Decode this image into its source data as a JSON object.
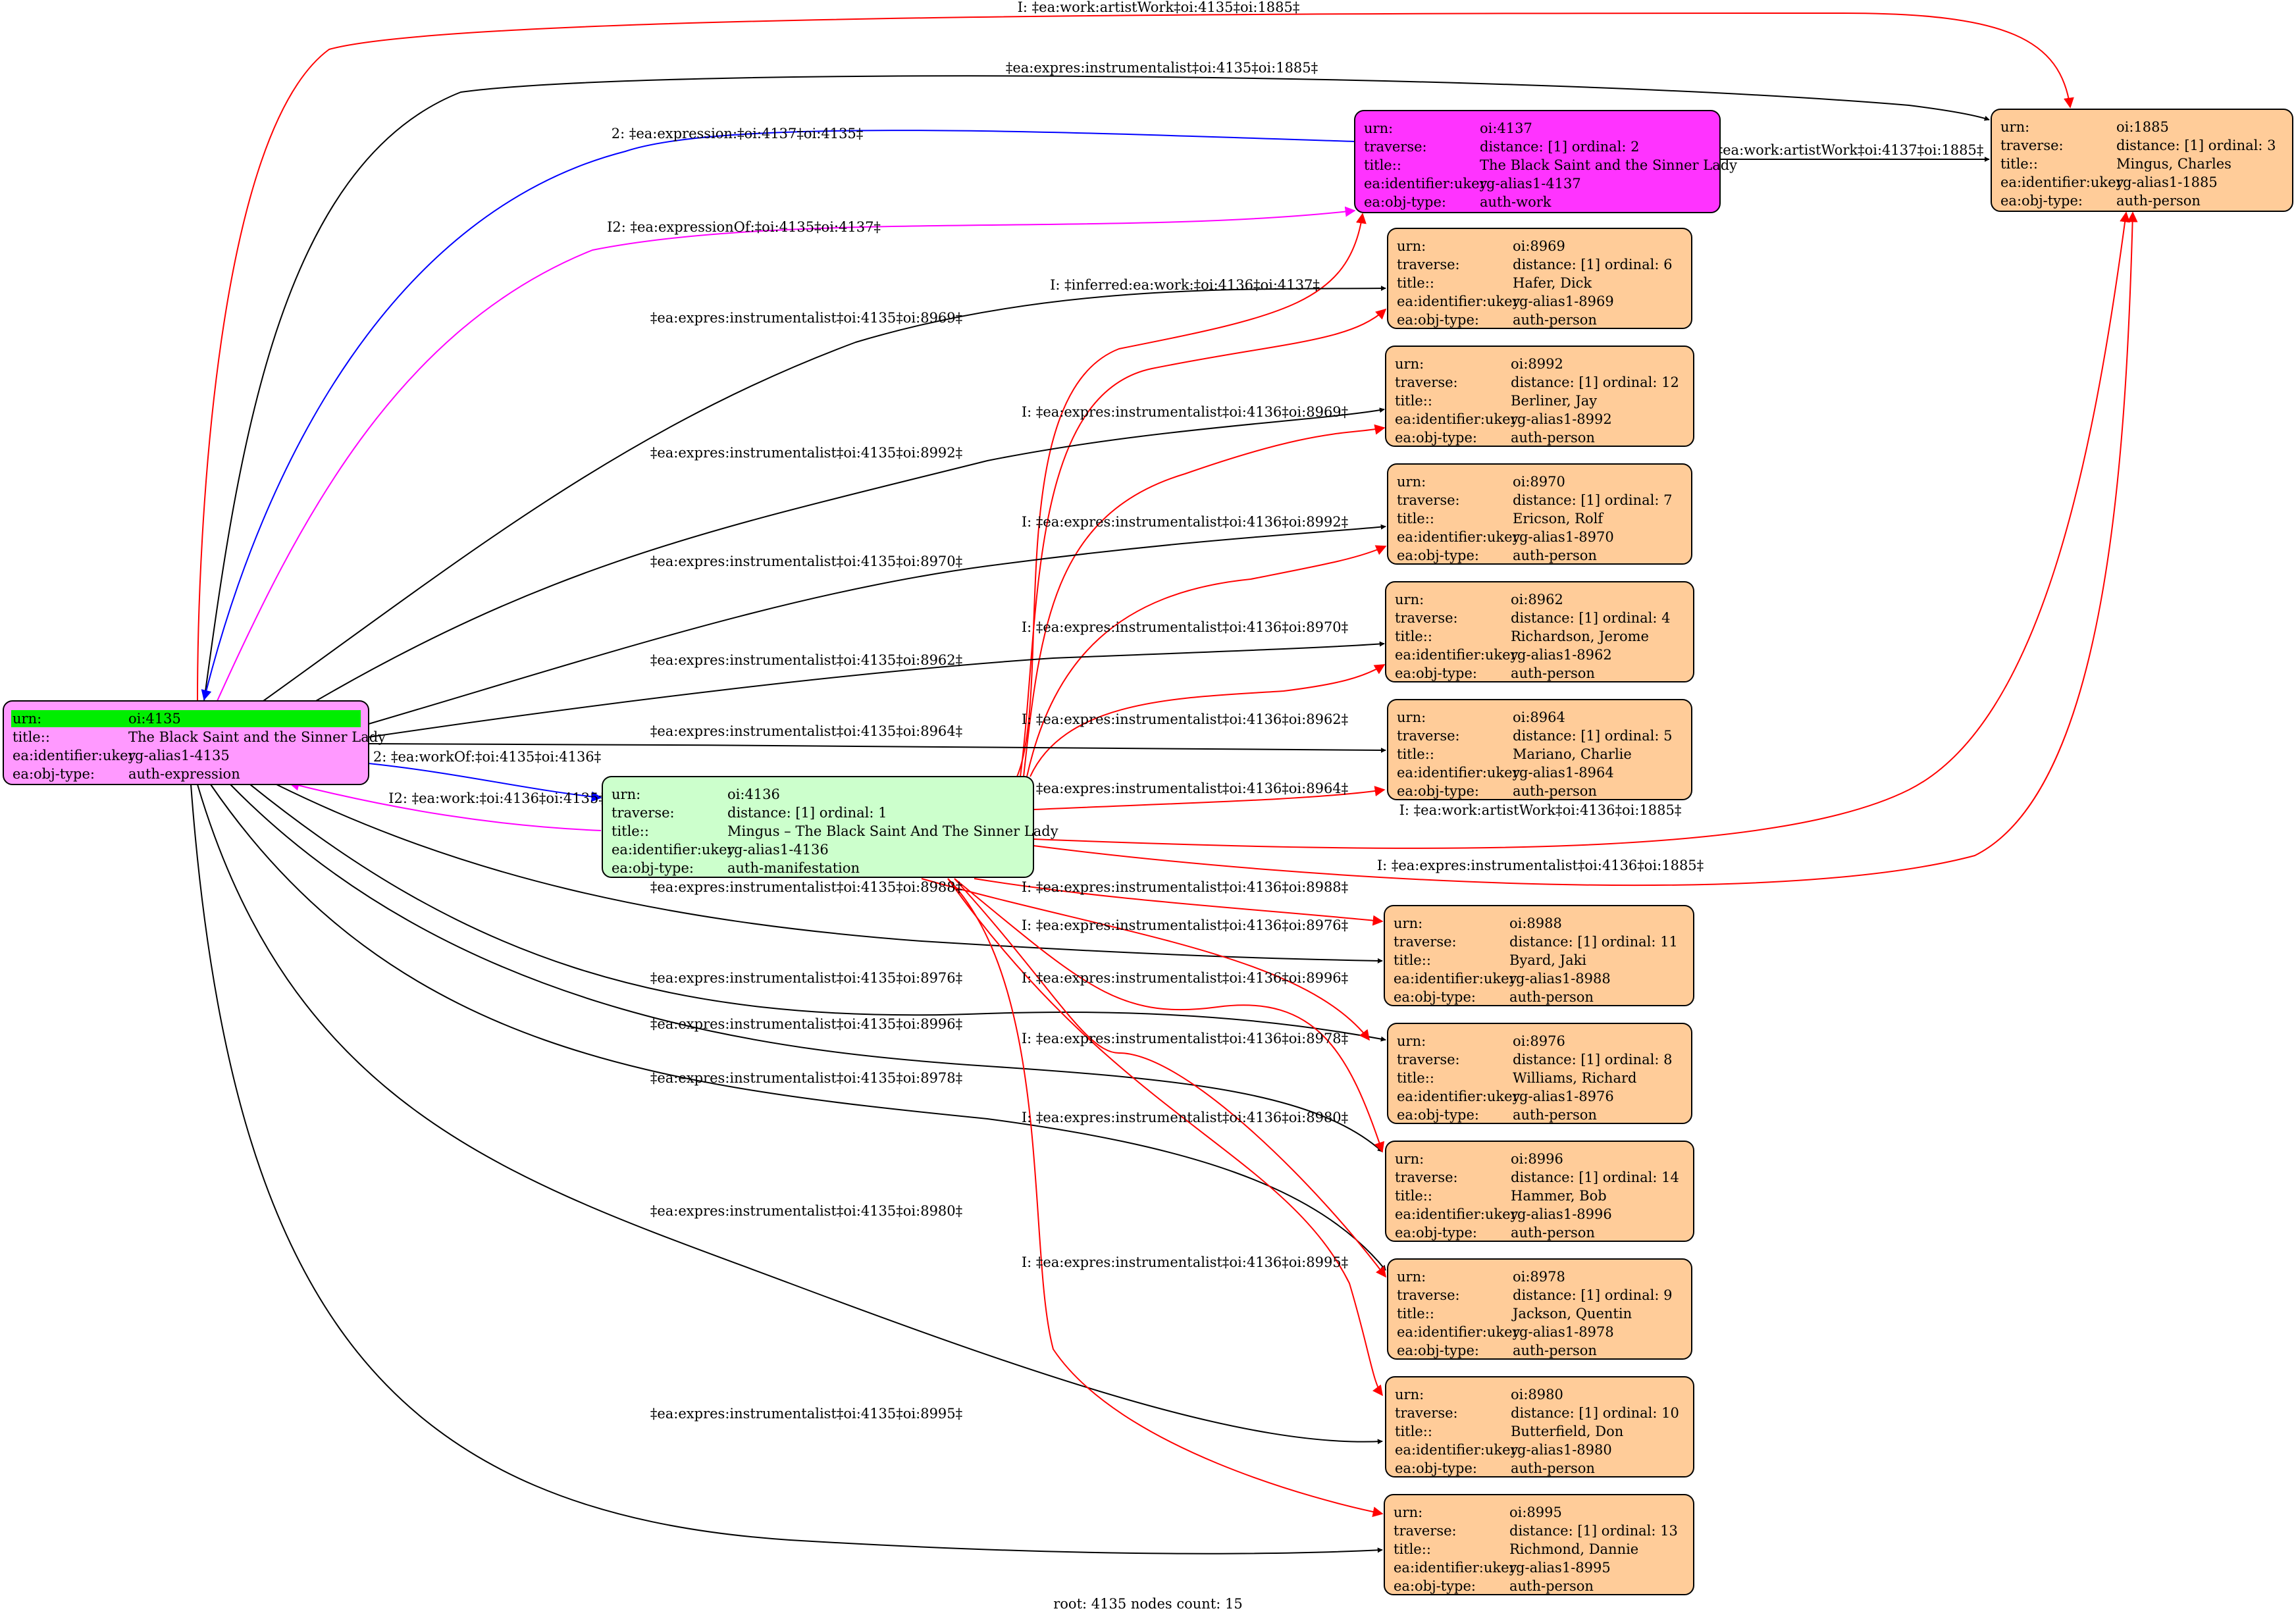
{
  "footer": "root: 4135 nodes count: 15",
  "colors": {
    "person": "#FFCC99",
    "work": "#FF33FF",
    "expression": "#FF99FF",
    "manifestation": "#CCFFCC",
    "root_highlight": "#00EE00",
    "edge_black": "#000000",
    "edge_red": "#FF0000",
    "edge_blue": "#0000FF",
    "edge_magenta": "#FF00FF"
  },
  "nodes": {
    "n4135": {
      "kind": "expression",
      "rows": [
        [
          "urn:",
          "oi:4135"
        ],
        [
          "title::",
          "The Black Saint and the Sinner Lady"
        ],
        [
          "ea:identifier:ukey",
          "rg-alias1-4135"
        ],
        [
          "ea:obj-type:",
          "auth-expression"
        ]
      ]
    },
    "n4136": {
      "kind": "manifestation",
      "rows": [
        [
          "urn:",
          "oi:4136"
        ],
        [
          "traverse:",
          "distance: [1]     ordinal: 1"
        ],
        [
          "title::",
          "Mingus – The Black Saint And The Sinner Lady"
        ],
        [
          "ea:identifier:ukey",
          "rg-alias1-4136"
        ],
        [
          "ea:obj-type:",
          "auth-manifestation"
        ]
      ]
    },
    "n4137": {
      "kind": "work",
      "rows": [
        [
          "urn:",
          "oi:4137"
        ],
        [
          "traverse:",
          "distance: [1]     ordinal: 2"
        ],
        [
          "title::",
          "The Black Saint and the Sinner Lady"
        ],
        [
          "ea:identifier:ukey",
          "rg-alias1-4137"
        ],
        [
          "ea:obj-type:",
          "auth-work"
        ]
      ]
    },
    "n1885": {
      "kind": "person",
      "rows": [
        [
          "urn:",
          "oi:1885"
        ],
        [
          "traverse:",
          "distance: [1]     ordinal: 3"
        ],
        [
          "title::",
          "Mingus, Charles"
        ],
        [
          "ea:identifier:ukey",
          "rg-alias1-1885"
        ],
        [
          "ea:obj-type:",
          "auth-person"
        ]
      ]
    },
    "n8969": {
      "kind": "person",
      "rows": [
        [
          "urn:",
          "oi:8969"
        ],
        [
          "traverse:",
          "distance: [1]     ordinal: 6"
        ],
        [
          "title::",
          "Hafer, Dick"
        ],
        [
          "ea:identifier:ukey",
          "rg-alias1-8969"
        ],
        [
          "ea:obj-type:",
          "auth-person"
        ]
      ]
    },
    "n8992": {
      "kind": "person",
      "rows": [
        [
          "urn:",
          "oi:8992"
        ],
        [
          "traverse:",
          "distance: [1]     ordinal: 12"
        ],
        [
          "title::",
          "Berliner, Jay"
        ],
        [
          "ea:identifier:ukey",
          "rg-alias1-8992"
        ],
        [
          "ea:obj-type:",
          "auth-person"
        ]
      ]
    },
    "n8970": {
      "kind": "person",
      "rows": [
        [
          "urn:",
          "oi:8970"
        ],
        [
          "traverse:",
          "distance: [1]     ordinal: 7"
        ],
        [
          "title::",
          "Ericson, Rolf"
        ],
        [
          "ea:identifier:ukey",
          "rg-alias1-8970"
        ],
        [
          "ea:obj-type:",
          "auth-person"
        ]
      ]
    },
    "n8962": {
      "kind": "person",
      "rows": [
        [
          "urn:",
          "oi:8962"
        ],
        [
          "traverse:",
          "distance: [1]     ordinal: 4"
        ],
        [
          "title::",
          "Richardson, Jerome"
        ],
        [
          "ea:identifier:ukey",
          "rg-alias1-8962"
        ],
        [
          "ea:obj-type:",
          "auth-person"
        ]
      ]
    },
    "n8964": {
      "kind": "person",
      "rows": [
        [
          "urn:",
          "oi:8964"
        ],
        [
          "traverse:",
          "distance: [1]     ordinal: 5"
        ],
        [
          "title::",
          "Mariano, Charlie"
        ],
        [
          "ea:identifier:ukey",
          "rg-alias1-8964"
        ],
        [
          "ea:obj-type:",
          "auth-person"
        ]
      ]
    },
    "n8988": {
      "kind": "person",
      "rows": [
        [
          "urn:",
          "oi:8988"
        ],
        [
          "traverse:",
          "distance: [1]     ordinal: 11"
        ],
        [
          "title::",
          "Byard, Jaki"
        ],
        [
          "ea:identifier:ukey",
          "rg-alias1-8988"
        ],
        [
          "ea:obj-type:",
          "auth-person"
        ]
      ]
    },
    "n8976": {
      "kind": "person",
      "rows": [
        [
          "urn:",
          "oi:8976"
        ],
        [
          "traverse:",
          "distance: [1]     ordinal: 8"
        ],
        [
          "title::",
          "Williams, Richard"
        ],
        [
          "ea:identifier:ukey",
          "rg-alias1-8976"
        ],
        [
          "ea:obj-type:",
          "auth-person"
        ]
      ]
    },
    "n8996": {
      "kind": "person",
      "rows": [
        [
          "urn:",
          "oi:8996"
        ],
        [
          "traverse:",
          "distance: [1]     ordinal: 14"
        ],
        [
          "title::",
          "Hammer, Bob"
        ],
        [
          "ea:identifier:ukey",
          "rg-alias1-8996"
        ],
        [
          "ea:obj-type:",
          "auth-person"
        ]
      ]
    },
    "n8978": {
      "kind": "person",
      "rows": [
        [
          "urn:",
          "oi:8978"
        ],
        [
          "traverse:",
          "distance: [1]     ordinal: 9"
        ],
        [
          "title::",
          "Jackson, Quentin"
        ],
        [
          "ea:identifier:ukey",
          "rg-alias1-8978"
        ],
        [
          "ea:obj-type:",
          "auth-person"
        ]
      ]
    },
    "n8980": {
      "kind": "person",
      "rows": [
        [
          "urn:",
          "oi:8980"
        ],
        [
          "traverse:",
          "distance: [1]     ordinal: 10"
        ],
        [
          "title::",
          "Butterfield, Don"
        ],
        [
          "ea:identifier:ukey",
          "rg-alias1-8980"
        ],
        [
          "ea:obj-type:",
          "auth-person"
        ]
      ]
    },
    "n8995": {
      "kind": "person",
      "rows": [
        [
          "urn:",
          "oi:8995"
        ],
        [
          "traverse:",
          "distance: [1]     ordinal: 13"
        ],
        [
          "title::",
          "Richmond, Dannie"
        ],
        [
          "ea:identifier:ukey",
          "rg-alias1-8995"
        ],
        [
          "ea:obj-type:",
          "auth-person"
        ]
      ]
    }
  },
  "edges": [
    {
      "id": "e01",
      "from": "n4135",
      "to": "n1885",
      "color": "red",
      "label": "I: ‡ea:work:artistWork‡oi:4135‡oi:1885‡"
    },
    {
      "id": "e02",
      "from": "n4135",
      "to": "n1885",
      "color": "black",
      "label": "‡ea:expres:instrumentalist‡oi:4135‡oi:1885‡"
    },
    {
      "id": "e03",
      "from": "n4137",
      "to": "n4135",
      "color": "blue",
      "label": "2: ‡ea:expression:‡oi:4137‡oi:4135‡"
    },
    {
      "id": "e04",
      "from": "n4135",
      "to": "n4137",
      "color": "magenta",
      "label": "I2: ‡ea:expressionOf:‡oi:4135‡oi:4137‡"
    },
    {
      "id": "e05",
      "from": "n4137",
      "to": "n1885",
      "color": "black",
      "label": "‡ea:work:artistWork‡oi:4137‡oi:1885‡"
    },
    {
      "id": "e06",
      "from": "n4136",
      "to": "n4137",
      "color": "red",
      "label": "I: ‡inferred:ea:work:‡oi:4136‡oi:4137‡"
    },
    {
      "id": "e07",
      "from": "n4135",
      "to": "n8969",
      "color": "black",
      "label": "‡ea:expres:instrumentalist‡oi:4135‡oi:8969‡"
    },
    {
      "id": "e08",
      "from": "n4136",
      "to": "n8969",
      "color": "red",
      "label": "I: ‡ea:expres:instrumentalist‡oi:4136‡oi:8969‡"
    },
    {
      "id": "e09",
      "from": "n4135",
      "to": "n8992",
      "color": "black",
      "label": "‡ea:expres:instrumentalist‡oi:4135‡oi:8992‡"
    },
    {
      "id": "e10",
      "from": "n4136",
      "to": "n8992",
      "color": "red",
      "label": "I: ‡ea:expres:instrumentalist‡oi:4136‡oi:8992‡"
    },
    {
      "id": "e11",
      "from": "n4135",
      "to": "n8970",
      "color": "black",
      "label": "‡ea:expres:instrumentalist‡oi:4135‡oi:8970‡"
    },
    {
      "id": "e12",
      "from": "n4136",
      "to": "n8970",
      "color": "red",
      "label": "I: ‡ea:expres:instrumentalist‡oi:4136‡oi:8970‡"
    },
    {
      "id": "e13",
      "from": "n4135",
      "to": "n8962",
      "color": "black",
      "label": "‡ea:expres:instrumentalist‡oi:4135‡oi:8962‡"
    },
    {
      "id": "e14",
      "from": "n4136",
      "to": "n8962",
      "color": "red",
      "label": "I: ‡ea:expres:instrumentalist‡oi:4136‡oi:8962‡"
    },
    {
      "id": "e15",
      "from": "n4135",
      "to": "n8964",
      "color": "black",
      "label": "‡ea:expres:instrumentalist‡oi:4135‡oi:8964‡"
    },
    {
      "id": "e16",
      "from": "n4136",
      "to": "n8964",
      "color": "red",
      "label": "I: ‡ea:expres:instrumentalist‡oi:4136‡oi:8964‡"
    },
    {
      "id": "e17",
      "from": "n4135",
      "to": "n4136",
      "color": "blue",
      "label": "2: ‡ea:workOf:‡oi:4135‡oi:4136‡"
    },
    {
      "id": "e18",
      "from": "n4136",
      "to": "n4135",
      "color": "magenta",
      "label": "I2: ‡ea:work:‡oi:4136‡oi:4135‡"
    },
    {
      "id": "e19",
      "from": "n4136",
      "to": "n1885",
      "color": "red",
      "label": "I: ‡ea:work:artistWork‡oi:4136‡oi:1885‡"
    },
    {
      "id": "e20",
      "from": "n4136",
      "to": "n1885",
      "color": "red",
      "label": "I: ‡ea:expres:instrumentalist‡oi:4136‡oi:1885‡"
    },
    {
      "id": "e21",
      "from": "n4135",
      "to": "n8988",
      "color": "black",
      "label": "‡ea:expres:instrumentalist‡oi:4135‡oi:8988‡"
    },
    {
      "id": "e22",
      "from": "n4136",
      "to": "n8988",
      "color": "red",
      "label": "I: ‡ea:expres:instrumentalist‡oi:4136‡oi:8988‡"
    },
    {
      "id": "e23",
      "from": "n4135",
      "to": "n8976",
      "color": "black",
      "label": "‡ea:expres:instrumentalist‡oi:4135‡oi:8976‡"
    },
    {
      "id": "e24",
      "from": "n4136",
      "to": "n8976",
      "color": "red",
      "label": "I: ‡ea:expres:instrumentalist‡oi:4136‡oi:8976‡"
    },
    {
      "id": "e25",
      "from": "n4135",
      "to": "n8996",
      "color": "black",
      "label": "‡ea:expres:instrumentalist‡oi:4135‡oi:8996‡"
    },
    {
      "id": "e26",
      "from": "n4136",
      "to": "n8996",
      "color": "red",
      "label": "I: ‡ea:expres:instrumentalist‡oi:4136‡oi:8996‡"
    },
    {
      "id": "e27",
      "from": "n4135",
      "to": "n8978",
      "color": "black",
      "label": "‡ea:expres:instrumentalist‡oi:4135‡oi:8978‡"
    },
    {
      "id": "e28",
      "from": "n4136",
      "to": "n8978",
      "color": "red",
      "label": "I: ‡ea:expres:instrumentalist‡oi:4136‡oi:8978‡"
    },
    {
      "id": "e29",
      "from": "n4135",
      "to": "n8980",
      "color": "black",
      "label": "‡ea:expres:instrumentalist‡oi:4135‡oi:8980‡"
    },
    {
      "id": "e30",
      "from": "n4136",
      "to": "n8980",
      "color": "red",
      "label": "I: ‡ea:expres:instrumentalist‡oi:4136‡oi:8980‡"
    },
    {
      "id": "e31",
      "from": "n4135",
      "to": "n8995",
      "color": "black",
      "label": "‡ea:expres:instrumentalist‡oi:4135‡oi:8995‡"
    },
    {
      "id": "e32",
      "from": "n4136",
      "to": "n8995",
      "color": "red",
      "label": "I: ‡ea:expres:instrumentalist‡oi:4136‡oi:8995‡"
    }
  ]
}
